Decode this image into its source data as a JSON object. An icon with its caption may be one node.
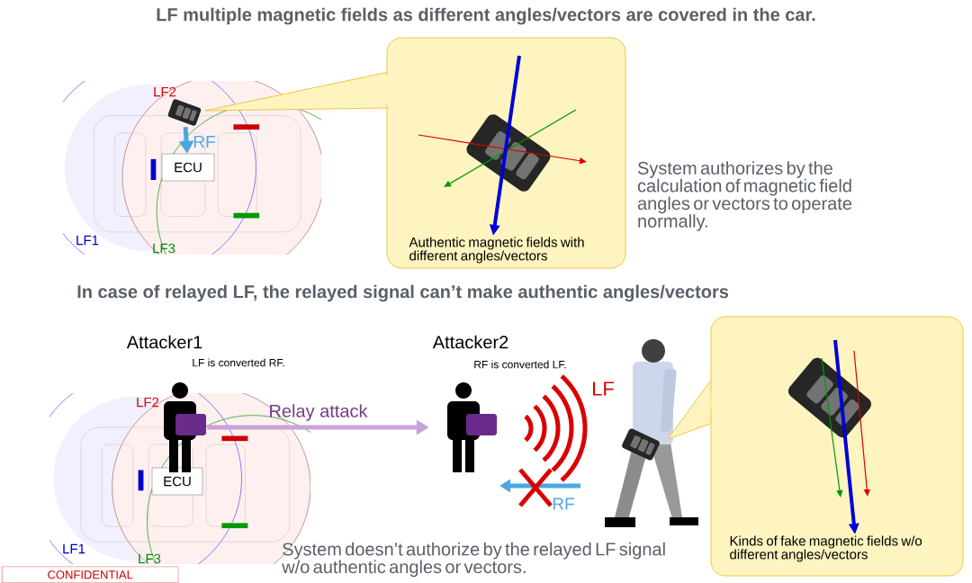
{
  "diagram": {
    "title": "LF multiple magnetic fields as different angles/vectors are covered in the car.",
    "nodes": [
      {
        "text": [],
        "shape": "picture"
      },
      {
        "text": [
          "ECU"
        ]
      },
      {
        "text": [
          "Authentic magnetic fields with different angles/vectors"
        ]
      },
      {
        "text": [
          "Attacker1"
        ],
        "beside": [
          "LF is converted RF."
        ]
      },
      {
        "text": [
          "Attacker2"
        ],
        "beside": [
          "RF is converted LF."
        ]
      },
      {
        "text": [
          "ECU"
        ]
      },
      {
        "text": [
          "Kinds of fake magnetic fields w/o different angles/vectors"
        ]
      }
    ],
    "edges": [
      {
        "from": 0,
        "to": 1,
        "arrow": "to",
        "label": "RF",
        "color": "#4aa8e0"
      },
      {
        "from": 3,
        "to": 4,
        "arrow": "to",
        "label": "Relay attack",
        "color": "#c9a3d9"
      }
    ],
    "labels": [
      "LF2",
      "LF1",
      "LF3",
      "System authorizes by the calculation of magnetic field angles or vectors to operate normally.",
      "In case of relayed LF, the relayed signal can’t make authentic angles/vectors",
      "LF2",
      "LF1",
      "LF3",
      "LF",
      "RF",
      "System doesn’t authorize by the relayed LF signal w/o authentic angles or vectors.",
      "CONFIDENTIAL"
    ]
  }
}
